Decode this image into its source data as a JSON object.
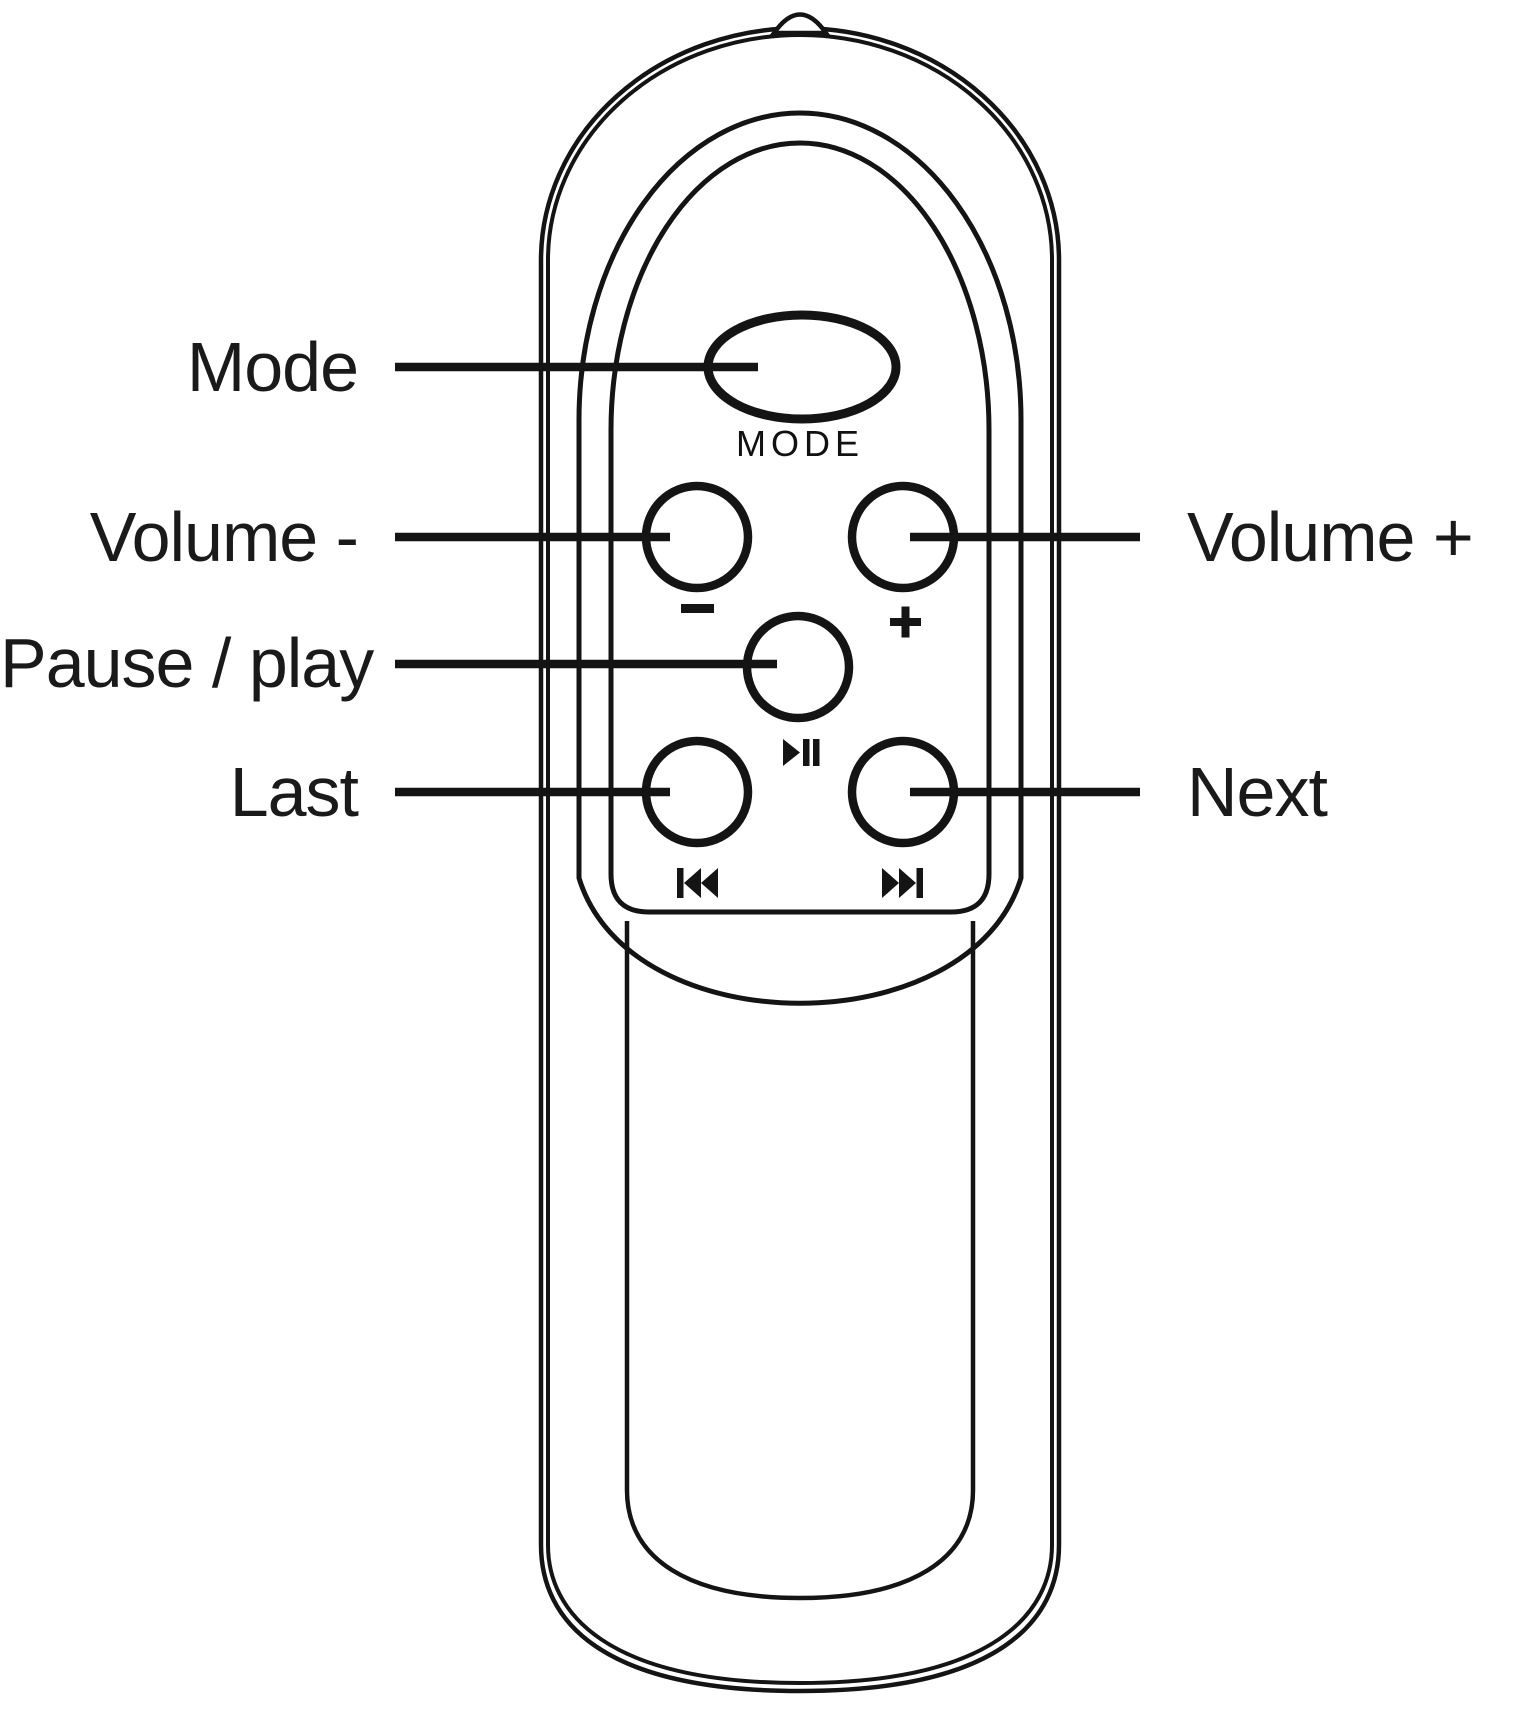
{
  "diagram": {
    "type": "remote-control-callout-diagram",
    "colors": {
      "line": "#141414",
      "background": "#ffffff",
      "text": "#1a1a1a"
    }
  },
  "callouts": {
    "mode": {
      "text": "Mode",
      "side": "left"
    },
    "volume_minus": {
      "text": "Volume -",
      "side": "left"
    },
    "pause_play": {
      "text": "Pause / play",
      "side": "left"
    },
    "last": {
      "text": "Last",
      "side": "left"
    },
    "volume_plus": {
      "text": "Volume +",
      "side": "right"
    },
    "next": {
      "text": "Next",
      "side": "right"
    }
  },
  "remote": {
    "panel_caption": "MODE",
    "buttons": [
      {
        "id": "mode",
        "shape": "oval",
        "glyph": "none",
        "caption": "MODE"
      },
      {
        "id": "volume-minus",
        "shape": "circle",
        "glyph": "minus"
      },
      {
        "id": "volume-plus",
        "shape": "circle",
        "glyph": "plus"
      },
      {
        "id": "play-pause",
        "shape": "circle",
        "glyph": "play-pause"
      },
      {
        "id": "last",
        "shape": "circle",
        "glyph": "previous-track"
      },
      {
        "id": "next",
        "shape": "circle",
        "glyph": "next-track"
      }
    ]
  }
}
